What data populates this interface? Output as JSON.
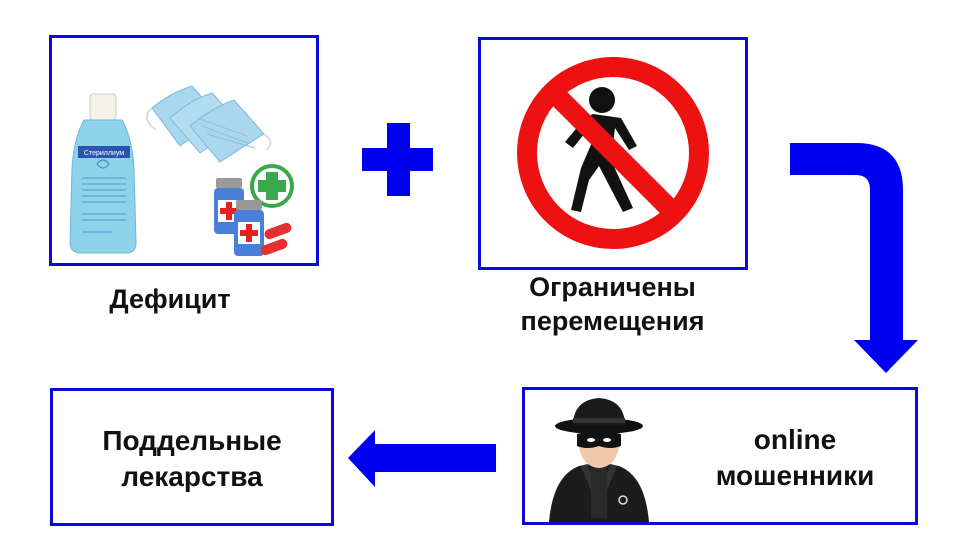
{
  "colors": {
    "accent_blue": "#0000f0",
    "border_blue": "#0a0adc",
    "prohibition_red": "#ee1111",
    "text": "#111111"
  },
  "nodes": {
    "deficit": {
      "caption": "Дефицит",
      "image": "medical-supplies-icon",
      "items": [
        "hand-sanitizer-bottle",
        "face-masks",
        "medicine-bottles"
      ],
      "sanitizer_label": "Стериллиум"
    },
    "restricted": {
      "caption_line1": "Ограничены",
      "caption_line2": "перемещения",
      "image": "no-pedestrians-sign-icon"
    },
    "fraudsters": {
      "line1": "online",
      "line2": "мошенники",
      "image": "masked-spy-icon"
    },
    "fake_drugs": {
      "line1": "Поддельные",
      "line2": "лекарства"
    }
  },
  "connectors": [
    {
      "type": "plus",
      "from": "deficit",
      "to": "restricted",
      "icon": "plus-icon"
    },
    {
      "type": "bent-arrow",
      "from": "restricted",
      "to": "fraudsters",
      "icon": "bent-down-arrow-icon"
    },
    {
      "type": "arrow",
      "from": "fraudsters",
      "to": "fake_drugs",
      "icon": "left-arrow-icon"
    }
  ]
}
